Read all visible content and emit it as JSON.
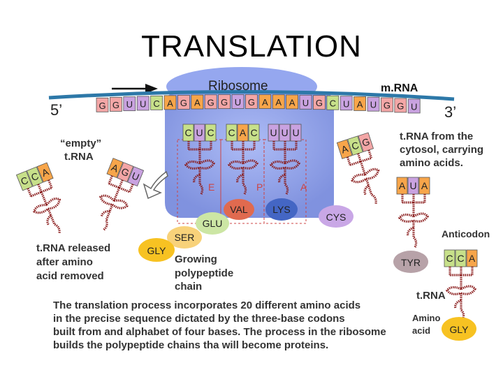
{
  "title": "TRANSLATION",
  "labels": {
    "ribosome": "Ribosome",
    "mrna": "m.RNA",
    "five_prime": "5’",
    "three_prime": "3’",
    "empty_trna": "“empty”",
    "empty_trna_2": "t.RNA",
    "trna_cytosol": "t.RNA from the",
    "trna_cytosol_2": "cytosol, carrying",
    "trna_cytosol_3": "amino acids.",
    "released": "t.RNA released",
    "released_2": "after amino",
    "released_3": "acid removed",
    "growing": "Growing",
    "growing_2": "polypeptide",
    "growing_3": "chain",
    "anticodon": "Anticodon",
    "trna": "t.RNA",
    "amino": "Amino",
    "amino_2": "acid"
  },
  "sites": [
    "E",
    "P",
    "A"
  ],
  "mrna_bases": [
    "G",
    "G",
    "U",
    "U",
    "C",
    "A",
    "G",
    "A",
    "G",
    "G",
    "U",
    "G",
    "A",
    "A",
    "A",
    "U",
    "G",
    "C",
    "U",
    "A",
    "U",
    "G",
    "G",
    "U"
  ],
  "anticodons": {
    "e_site": [
      "C",
      "U",
      "C"
    ],
    "p_site": [
      "C",
      "A",
      "C"
    ],
    "a_site": [
      "U",
      "U",
      "U"
    ],
    "incoming": [
      "A",
      "C",
      "G"
    ],
    "released": [
      "C",
      "C",
      "A"
    ],
    "empty": [
      "A",
      "G",
      "U"
    ],
    "tyr_trna": [
      "A",
      "U",
      "A"
    ],
    "legend_trna": [
      "C",
      "C",
      "A"
    ]
  },
  "amino_acids": {
    "val": "VAL",
    "lys": "LYS",
    "glu": "GLU",
    "ser": "SER",
    "gly": "GLY",
    "cys": "CYS",
    "tyr": "TYR",
    "legend": "GLY"
  },
  "caption": [
    "The translation process incorporates 20 different amino acids",
    "in the precise sequence dictated by the three-base codons",
    "built from and alphabet of four bases. The process in the ribosome",
    "builds the polypeptide chains tha will become proteins."
  ],
  "colors": {
    "G": "#f3a6a6",
    "U": "#c9a2e0",
    "C": "#c7e08a",
    "A": "#f7a54a",
    "ribosome": "#7d8fe6",
    "mrna_strand": "#2d78a8",
    "trna": "#8a1c1c"
  }
}
